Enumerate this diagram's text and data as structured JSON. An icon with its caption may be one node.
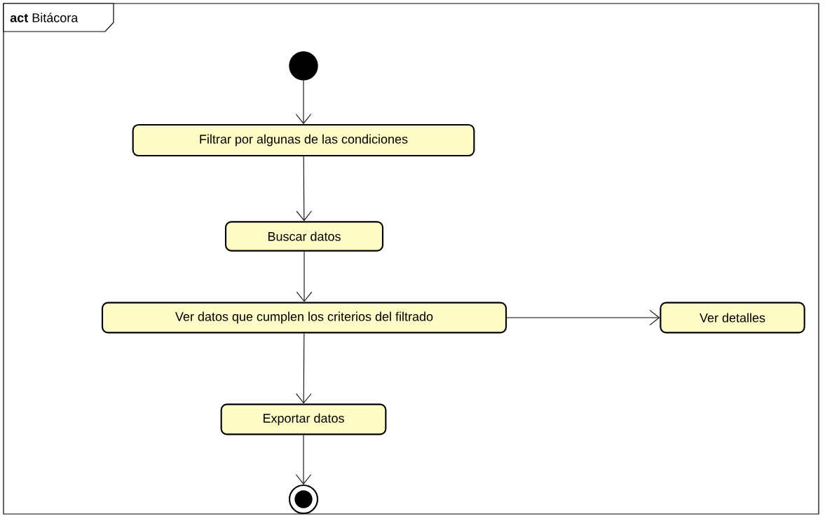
{
  "diagram": {
    "title": "**act** Bitácora",
    "nodes": [
      {
        "text": [],
        "shape": "circle"
      },
      {
        "text": [
          "Filtrar por algunas de las condiciones"
        ]
      },
      {
        "text": [
          "Buscar datos"
        ]
      },
      {
        "text": [
          "Ver datos que cumplen los criterios del filtrado"
        ]
      },
      {
        "text": [
          "Ver detalles"
        ]
      },
      {
        "text": [
          "Exportar datos"
        ]
      },
      {
        "text": [],
        "shape": "circle"
      }
    ],
    "edges": [
      {
        "from": 0,
        "to": 1,
        "arrow": "to"
      },
      {
        "from": 1,
        "to": 2,
        "arrow": "to"
      },
      {
        "from": 2,
        "to": 3,
        "arrow": "to"
      },
      {
        "from": 3,
        "to": 4,
        "arrow": "to"
      },
      {
        "from": 3,
        "to": 5,
        "arrow": "to"
      },
      {
        "from": 5,
        "to": 6,
        "arrow": "to"
      }
    ]
  }
}
